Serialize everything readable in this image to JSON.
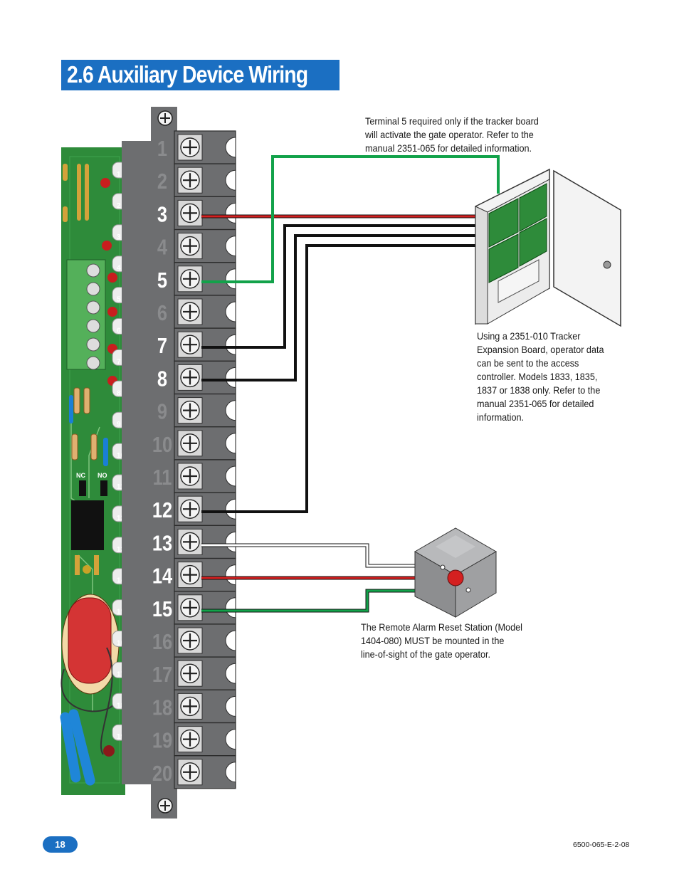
{
  "section_title": "2.6 Auxiliary Device Wiring",
  "notes": {
    "tracker": "Terminal 5 required only if the tracker board\nwill activate the gate operator. Refer to the\nmanual 2351-065 for detailed information.",
    "expansion": "Using a 2351-010 Tracker\nExpansion Board, operator data\ncan be sent to the access\ncontroller. Models 1833, 1835,\n1837 or 1838 only. Refer to the\nmanual 2351-065 for detailed\ninformation.",
    "reset_station": "The Remote Alarm Reset Station (Model\n1404-080) MUST be mounted in the\nline-of-sight of the gate operator."
  },
  "terminal_labels": [
    "1",
    "2",
    "3",
    "4",
    "5",
    "6",
    "7",
    "8",
    "9",
    "10",
    "11",
    "12",
    "13",
    "14",
    "15",
    "16",
    "17",
    "18",
    "19",
    "20"
  ],
  "used_terminals": [
    "3",
    "5",
    "7",
    "8",
    "12",
    "13",
    "14",
    "15"
  ],
  "board_labels": [
    "1",
    "2",
    "3",
    "4",
    "5",
    "6",
    "7",
    "8",
    "9",
    "10",
    "11",
    "12",
    "13",
    "14",
    "15",
    "16",
    "17",
    "18",
    "19"
  ],
  "jumper_labels": {
    "nc": "NC",
    "no": "NO"
  },
  "colors": {
    "accent": "#1b6fc2",
    "board_green": "#2e8b3a",
    "wire_red": "#d42020",
    "wire_green": "#12a24a",
    "wire_black": "#111111",
    "terminal_strip": "#6d6e70"
  },
  "page_number": "18",
  "doc_code": "6500-065-E-2-08"
}
